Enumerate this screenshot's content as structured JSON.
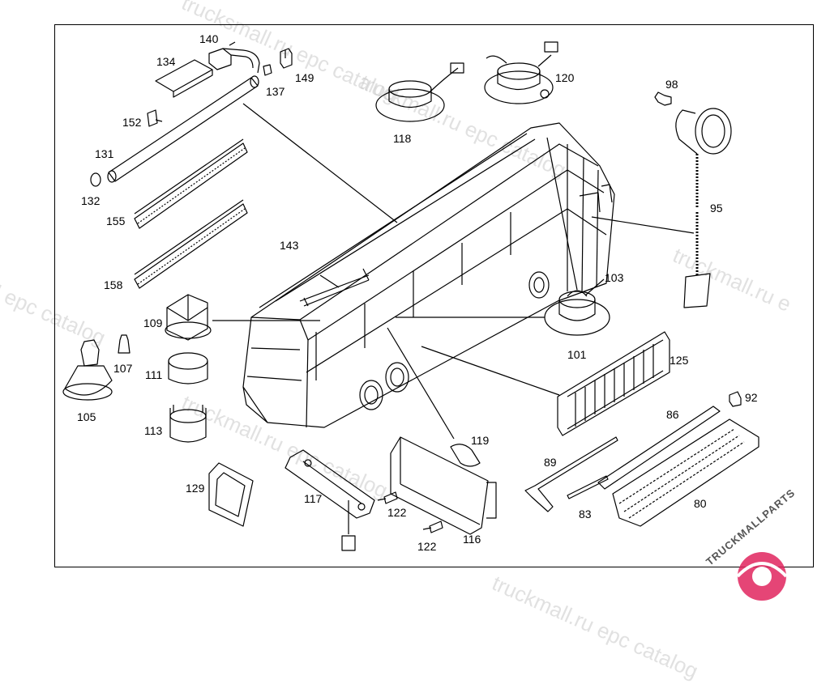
{
  "watermarks": [
    "trucksmall.ru epc catalog",
    "truckmall.ru epc catalog",
    "I epc catalog",
    "truckmall.ru e",
    "truckmall.ru epc catalog",
    "truckmall.ru epc catalog"
  ],
  "brand": {
    "text": "TRUCKMALLPARTS",
    "accent": "#e0245e"
  },
  "callouts": {
    "c140": "140",
    "c134": "134",
    "c149": "149",
    "c137": "137",
    "c152": "152",
    "c131": "131",
    "c132": "132",
    "c155": "155",
    "c158": "158",
    "c143": "143",
    "c118": "118",
    "c120": "120",
    "c98": "98",
    "c95": "95",
    "c103": "103",
    "c101": "101",
    "c125": "125",
    "c109": "109",
    "c107": "107",
    "c111": "111",
    "c105": "105",
    "c113": "113",
    "c92": "92",
    "c86": "86",
    "c119": "119",
    "c89": "89",
    "c83": "83",
    "c80": "80",
    "c129": "129",
    "c117": "117",
    "c122a": "122",
    "c122b": "122",
    "c116": "116"
  }
}
